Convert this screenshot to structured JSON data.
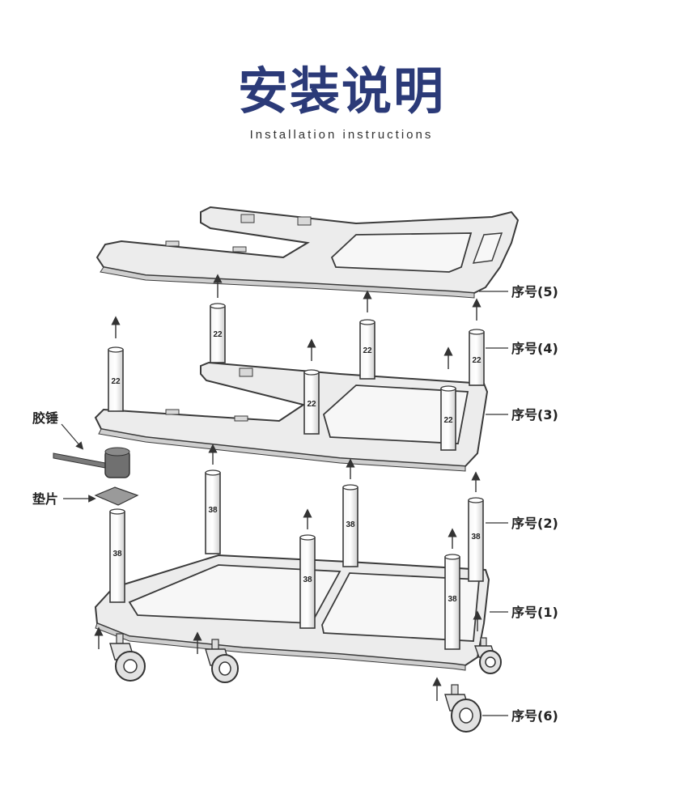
{
  "header": {
    "title": "安装说明",
    "subtitle": "Installation instructions"
  },
  "colors": {
    "title": "#2b3a78",
    "frame_fill": "#ececec",
    "frame_stroke": "#3a3a3a"
  },
  "labels": {
    "part5": "序号(5)",
    "part4": "序号(4)",
    "part3": "序号(3)",
    "part2": "序号(2)",
    "part1": "序号(1)",
    "part6": "序号(6)",
    "mallet": "胶锤",
    "shim": "垫片"
  },
  "post_numbers": {
    "upper": "22",
    "lower": "38"
  }
}
